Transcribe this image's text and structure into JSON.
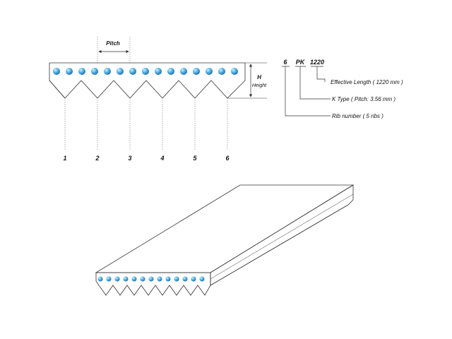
{
  "cross_section": {
    "pitch_label": "Pitch",
    "height_label": "H",
    "height_sublabel": "Height",
    "rib_numbers": [
      "1",
      "2",
      "3",
      "4",
      "5",
      "6"
    ]
  },
  "designation": {
    "code_rib": "6",
    "code_type": "PK",
    "code_length": "1220",
    "effective_length": "Effective Length ( 1220 mm )",
    "k_type": "K Type   ( Pitch: 3.56 mm )",
    "rib_number": "Rib number ( 5 ribs )"
  },
  "colors": {
    "cord_light": "#d6f0ff",
    "cord_mid": "#5fb8ea",
    "cord_dark": "#1d6fa8",
    "line": "#333333"
  }
}
